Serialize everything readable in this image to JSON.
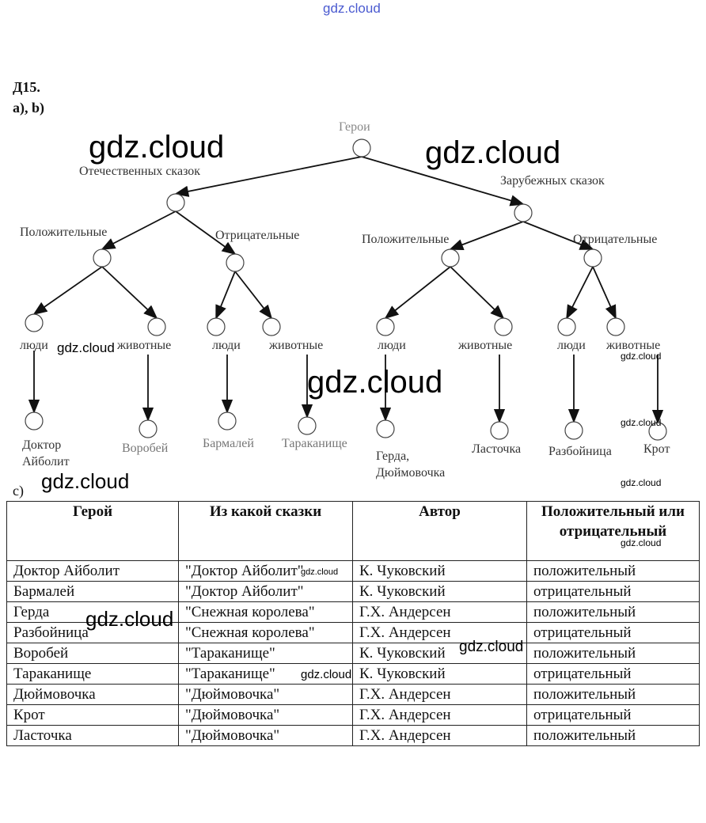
{
  "watermark": "gdz.cloud",
  "task": "Д15.",
  "part_ab": "a), b)",
  "part_c": "c)",
  "tree": {
    "root": "Герои",
    "level1": [
      "Отечественных сказок",
      "Зарубежных сказок"
    ],
    "level2": [
      "Положительные",
      "Отрицательные",
      "Положительные",
      "Отрицательные"
    ],
    "level3": [
      "люди",
      "животные",
      "люди",
      "животные",
      "люди",
      "животные",
      "люди",
      "животные"
    ],
    "leaves": [
      "Доктор Айболит",
      "Воробей",
      "Бармалей",
      "Тараканище",
      "Герда, Дюймовочка",
      "Ласточка",
      "Разбойница",
      "Крот"
    ]
  },
  "table": {
    "headers": [
      "Герой",
      "Из какой сказки",
      "Автор",
      "Положительный или отрицательный"
    ],
    "rows": [
      [
        "Доктор Айболит",
        "\"Доктор Айболит\"",
        "К. Чуковский",
        "положительный"
      ],
      [
        "Бармалей",
        "\"Доктор Айболит\"",
        "К. Чуковский",
        "отрицательный"
      ],
      [
        "Герда",
        "\"Снежная королева\"",
        "Г.Х. Андерсен",
        "положительный"
      ],
      [
        "Разбойница",
        "\"Снежная королева\"",
        "Г.Х. Андерсен",
        "отрицательный"
      ],
      [
        "Воробей",
        "\"Тараканище\"",
        "К. Чуковский",
        "положительный"
      ],
      [
        "Тараканище",
        "\"Тараканище\"",
        "К. Чуковский",
        "отрицательный"
      ],
      [
        "Дюймовочка",
        "\"Дюймовочка\"",
        "Г.Х. Андерсен",
        "положительный"
      ],
      [
        "Крот",
        "\"Дюймовочка\"",
        "Г.Х. Андерсен",
        "отрицательный"
      ],
      [
        "Ласточка",
        "\"Дюймовочка\"",
        "Г.Х. Андерсен",
        "положительный"
      ]
    ]
  }
}
